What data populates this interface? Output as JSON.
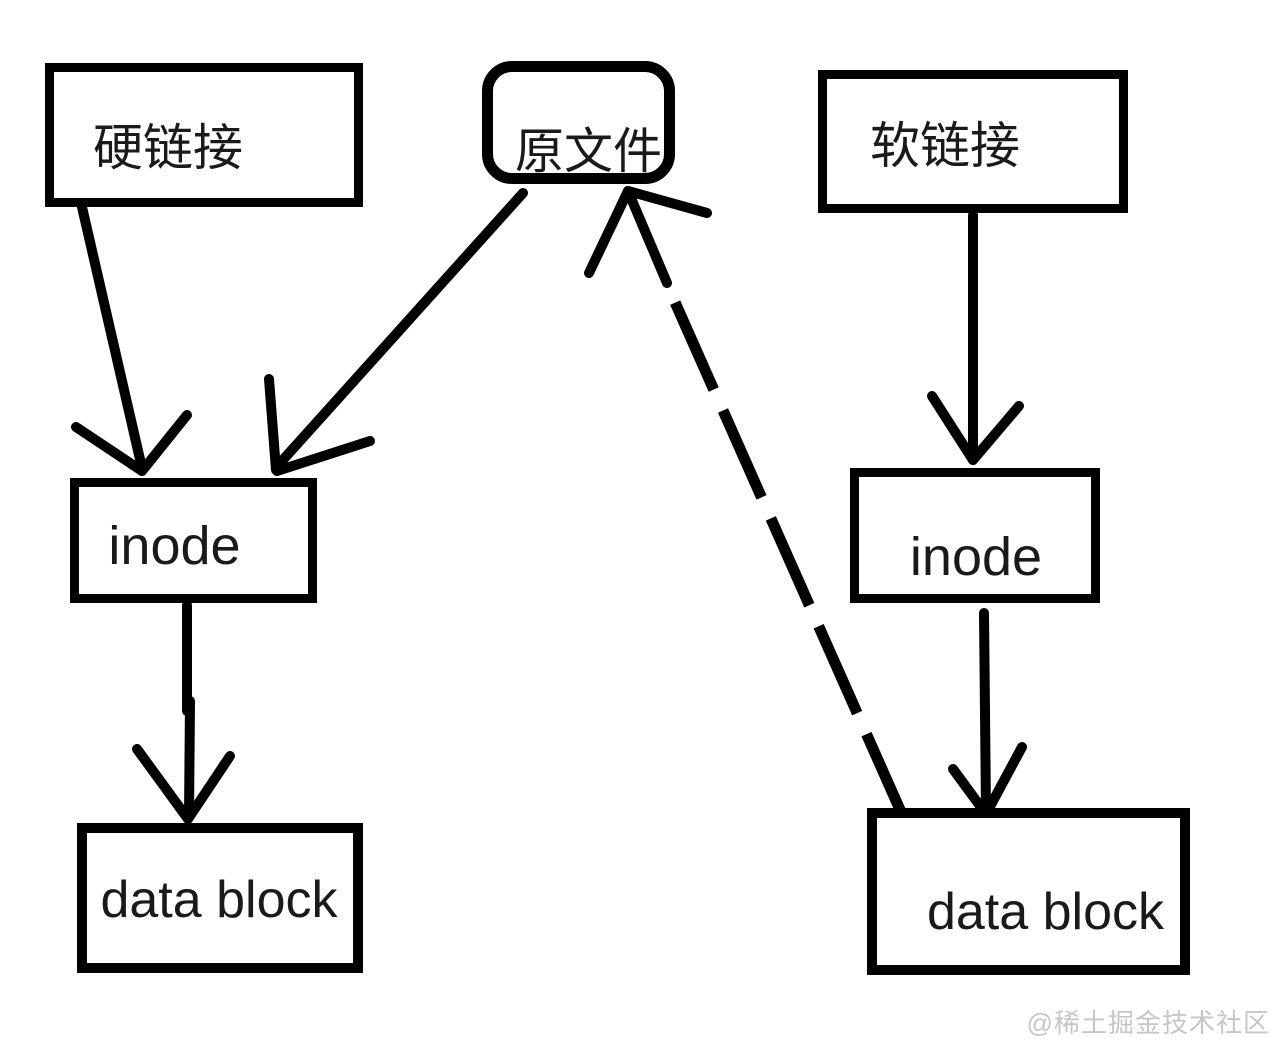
{
  "nodes": {
    "hard_link": {
      "label": "硬链接"
    },
    "original_file": {
      "label": "原文件"
    },
    "soft_link": {
      "label": "软链接"
    },
    "inode_left": {
      "label": "inode"
    },
    "inode_right": {
      "label": "inode"
    },
    "data_block_left": {
      "label": "data block"
    },
    "data_block_right": {
      "label": "data block"
    }
  },
  "edges": [
    {
      "from": "hard_link",
      "to": "original_file_inode",
      "style": "solid-arrow"
    },
    {
      "from": "original_file",
      "to": "inode_left",
      "style": "solid-arrow"
    },
    {
      "from": "soft_link",
      "to": "inode_right",
      "style": "solid-arrow"
    },
    {
      "from": "inode_left",
      "to": "data_block_left",
      "style": "solid-arrow"
    },
    {
      "from": "inode_right",
      "to": "data_block_right",
      "style": "solid-arrow"
    },
    {
      "from": "data_block_right",
      "to": "original_file",
      "style": "dashed-arrow"
    }
  ],
  "colors": {
    "background": "#ffffff",
    "stroke": "#000000",
    "text": "#1a1a1a",
    "watermark": "#c6c6c6"
  },
  "watermark": {
    "text": "@稀土掘金技术社区"
  }
}
